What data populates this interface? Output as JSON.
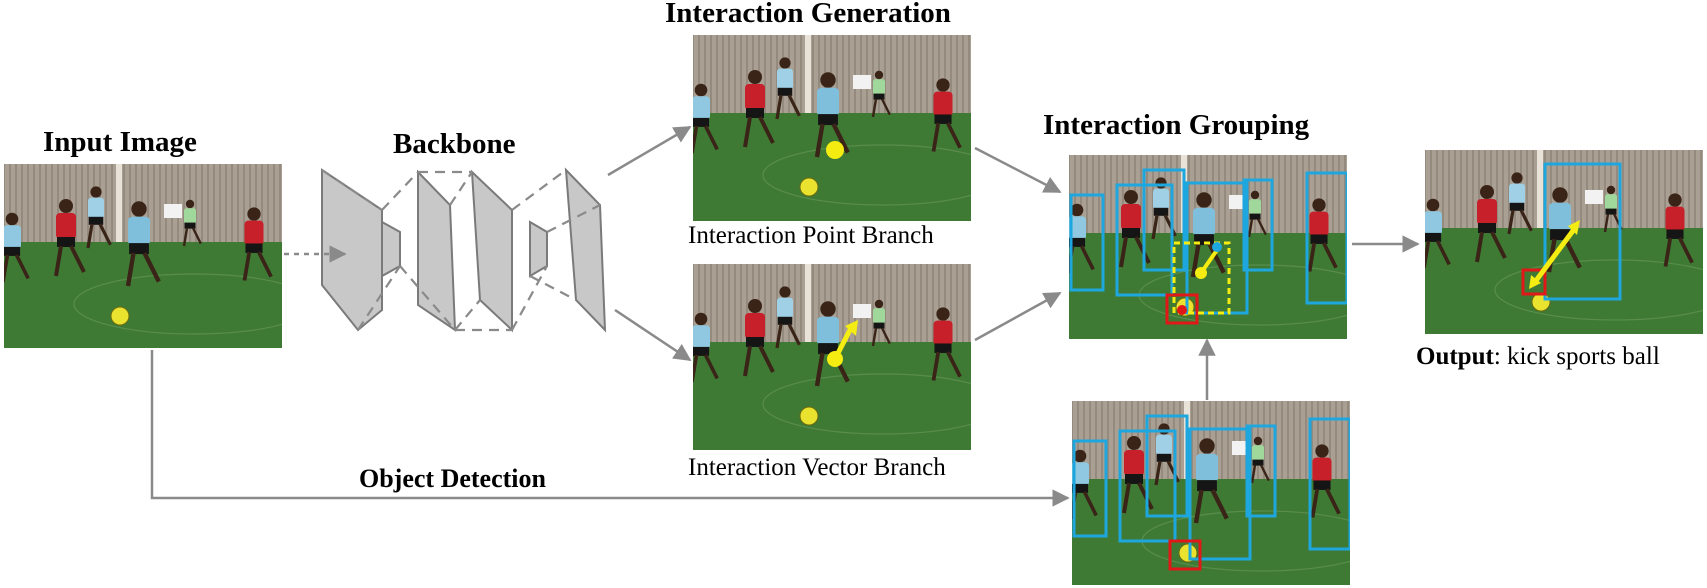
{
  "labels": {
    "input_image": "Input Image",
    "backbone": "Backbone",
    "interaction_generation": "Interaction Generation",
    "interaction_grouping": "Interaction Grouping",
    "point_branch": "Interaction Point Branch",
    "vector_branch": "Interaction Vector Branch",
    "object_detection": "Object Detection",
    "output_prefix": "Output",
    "output_value": ": kick sports ball"
  },
  "colors": {
    "arrow": "#8a8a8a",
    "backbone_fill": "#c8c8c8",
    "human_box": "#1ea7de",
    "object_box": "#e01818",
    "interaction": "#f5ec12",
    "grass": "#3f7a34",
    "fence": "#a99f93"
  }
}
